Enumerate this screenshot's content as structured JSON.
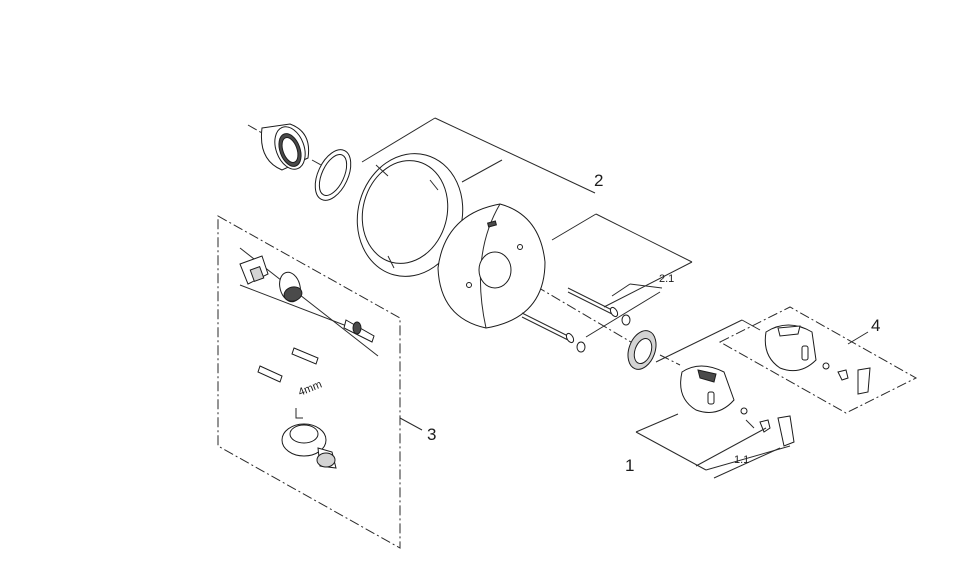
{
  "diagram": {
    "callouts": {
      "item_1": "1",
      "item_1_1": "1.1",
      "item_2": "2",
      "item_2_1": "2.1",
      "item_3": "3",
      "item_4": "4",
      "hex_key": "4mm"
    }
  }
}
